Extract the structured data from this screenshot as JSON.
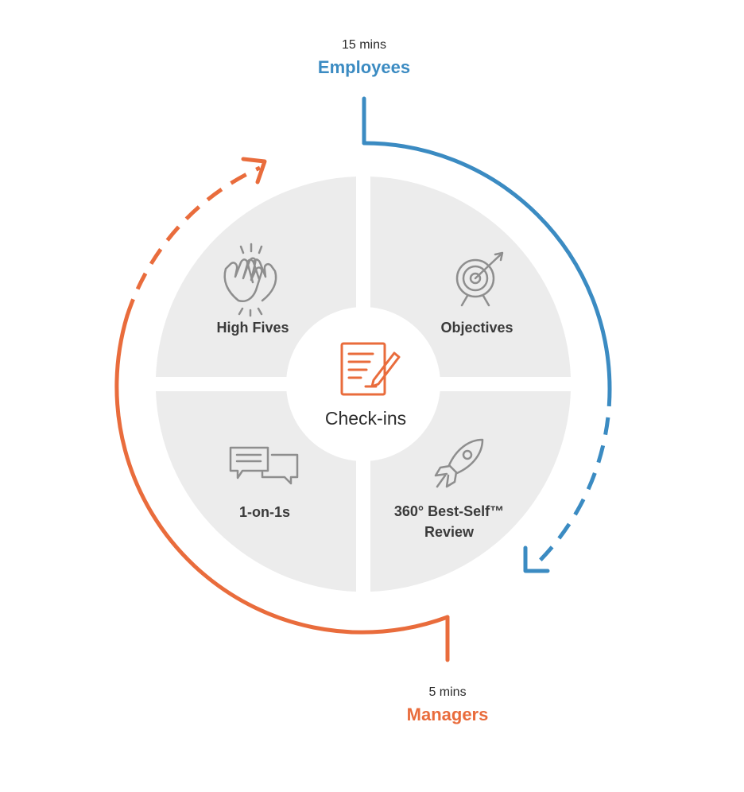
{
  "colors": {
    "employees": "#3b8bc2",
    "managers": "#e96c3c",
    "quadrant_fill": "#ececec",
    "text": "#3a3a3a"
  },
  "employees": {
    "duration": "15 mins",
    "label": "Employees"
  },
  "managers": {
    "duration": "5 mins",
    "label": "Managers"
  },
  "center": {
    "label": "Check-ins",
    "icon": "checklist-pen-icon"
  },
  "quadrants": {
    "top_left": {
      "label": "High Fives",
      "icon": "high-five-hands-icon"
    },
    "top_right": {
      "label": "Objectives",
      "icon": "target-arrow-icon"
    },
    "bottom_left": {
      "label": "1-on-1s",
      "icon": "chat-bubbles-icon"
    },
    "bottom_right": {
      "label_line1": "360° Best-Self™",
      "label_line2": "Review",
      "icon": "rocket-icon"
    }
  }
}
